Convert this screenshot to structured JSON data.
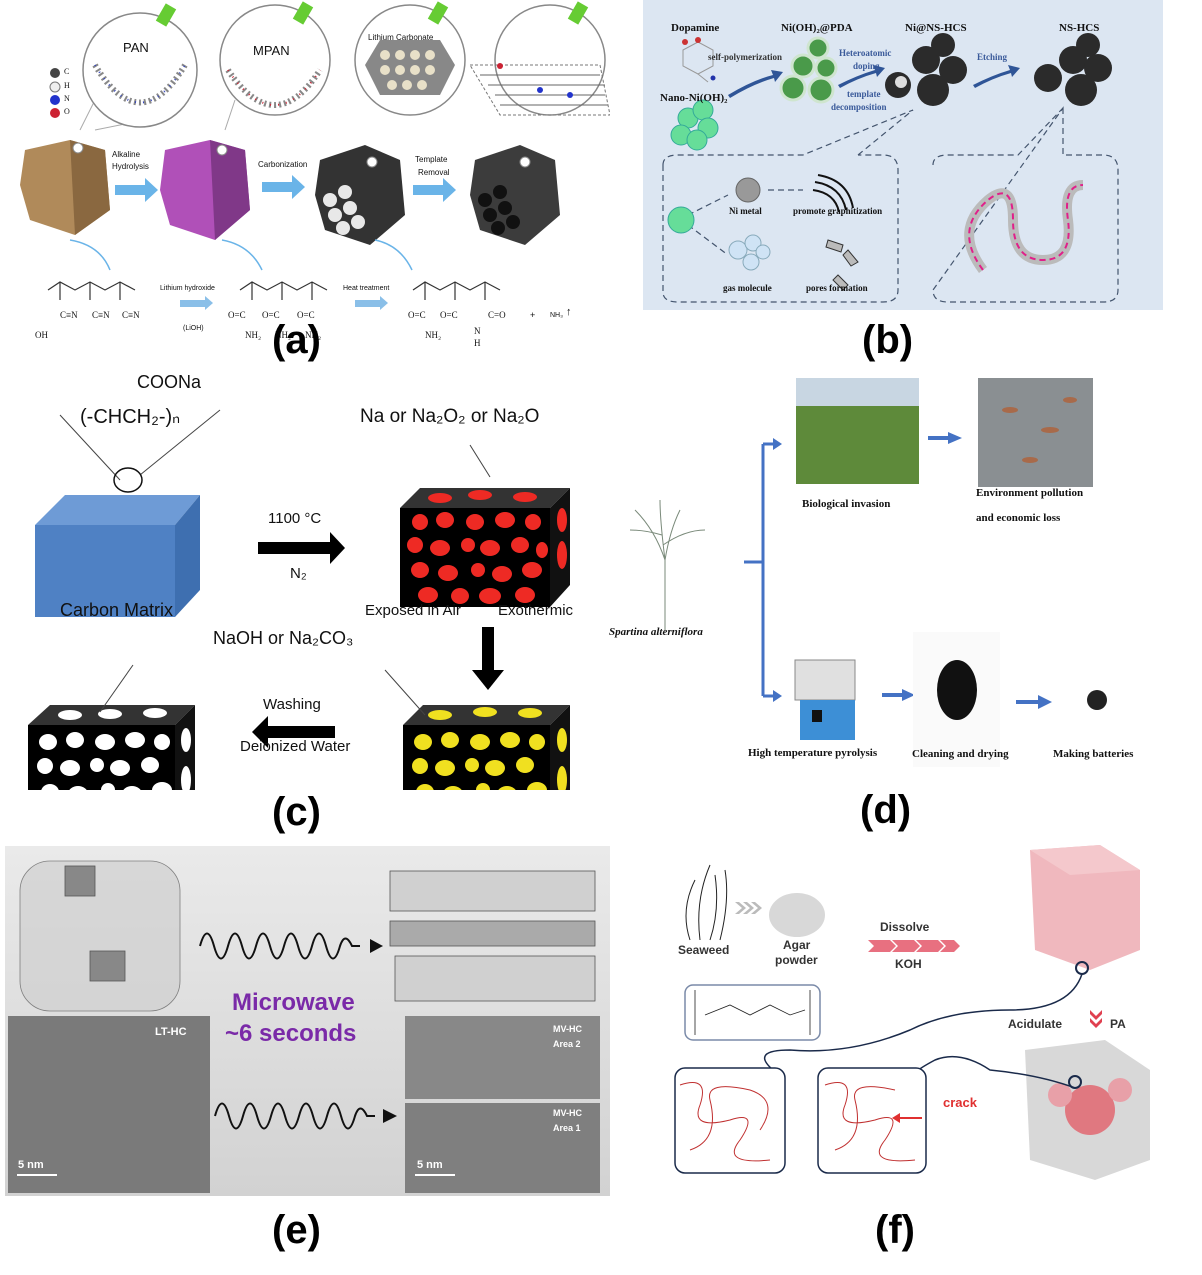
{
  "panels": {
    "a": {
      "label": "(a)",
      "legend": [
        {
          "symbol": "C",
          "color": "#555555"
        },
        {
          "symbol": "H",
          "color": "#e8e8e8"
        },
        {
          "symbol": "N",
          "color": "#2233cc"
        },
        {
          "symbol": "O",
          "color": "#cc2233"
        }
      ],
      "circle_titles": [
        "PAN",
        "MPAN"
      ],
      "lithium_carbonate": "Lithium Carbonate",
      "steps": [
        "Alkaline\nHydrolysis",
        "Carbonization",
        "Template\nRemoval"
      ],
      "step_alkaline_1": "Alkaline",
      "step_alkaline_2": "Hydrolysis",
      "step_carbonization": "Carbonization",
      "step_template_1": "Template",
      "step_template_2": "Removal",
      "reaction_1": "Lithium hydroxide",
      "reaction_1_sub": "(LiOH)",
      "reaction_2": "Heat treatment",
      "nh3": "NH₃",
      "oh": "OH",
      "cn": "C≡N",
      "amide_o": "O=C",
      "nh2": "NH₂",
      "c_eq_o": "C=O",
      "n": "N",
      "h": "H",
      "plus": "+"
    },
    "b": {
      "label": "(b)",
      "background": "#dce6f2",
      "titles": [
        "Dopamine",
        "Ni(OH)₂@PDA",
        "Ni@NS-HCS",
        "NS-HCS"
      ],
      "nano_ni": "Nano-Ni(OH)₂",
      "self_poly": "self-polymerization",
      "hetero_1": "Heteroatomic",
      "hetero_2": "doping",
      "template_1": "template",
      "template_2": "decomposition",
      "etching": "Etching",
      "ni_metal": "Ni  metal",
      "promote": "promote graphitization",
      "gas": "gas molecule",
      "pores": "pores  formation"
    },
    "c": {
      "label": "(c)",
      "formula_top": "COONa",
      "formula_main": "(-CHCH₂-)ₙ",
      "na_label": "Na or Na₂O₂ or Na₂O",
      "temp": "1100 °C",
      "gas": "N₂",
      "exposed": "Exposed in Air",
      "exothermic": "Exothermic",
      "carbon_matrix": "Carbon Matrix",
      "naoh": "NaOH or Na₂CO₃",
      "washing": "Washing",
      "deionized": "Deionized Water"
    },
    "d": {
      "label": "(d)",
      "plant": "Spartina alterniflora",
      "bio": "Biological invasion",
      "env_1": "Environment pollution",
      "env_2": "and economic loss",
      "pyrolysis": "High temperature pyrolysis",
      "cleaning": "Cleaning and drying",
      "batteries": "Making batteries",
      "arrow_color": "#4472c4"
    },
    "e": {
      "label": "(e)",
      "microwave_1": "Microwave",
      "microwave_2": "~6 seconds",
      "accent": "#7a2aa8",
      "lt_hc": "LT-HC",
      "mv_area2_1": "MV-HC",
      "mv_area2_2": "Area 2",
      "mv_area1_1": "MV-HC",
      "mv_area1_2": "Area 1",
      "scale_1": "5 nm",
      "scale_2": "5 nm"
    },
    "f": {
      "label": "(f)",
      "seaweed": "Seaweed",
      "agar_1": "Agar",
      "agar_2": "powder",
      "dissolve": "Dissolve",
      "koh": "KOH",
      "acidulate": "Acidulate",
      "pa": "PA",
      "crack": "crack",
      "accent": "#e03030"
    }
  }
}
